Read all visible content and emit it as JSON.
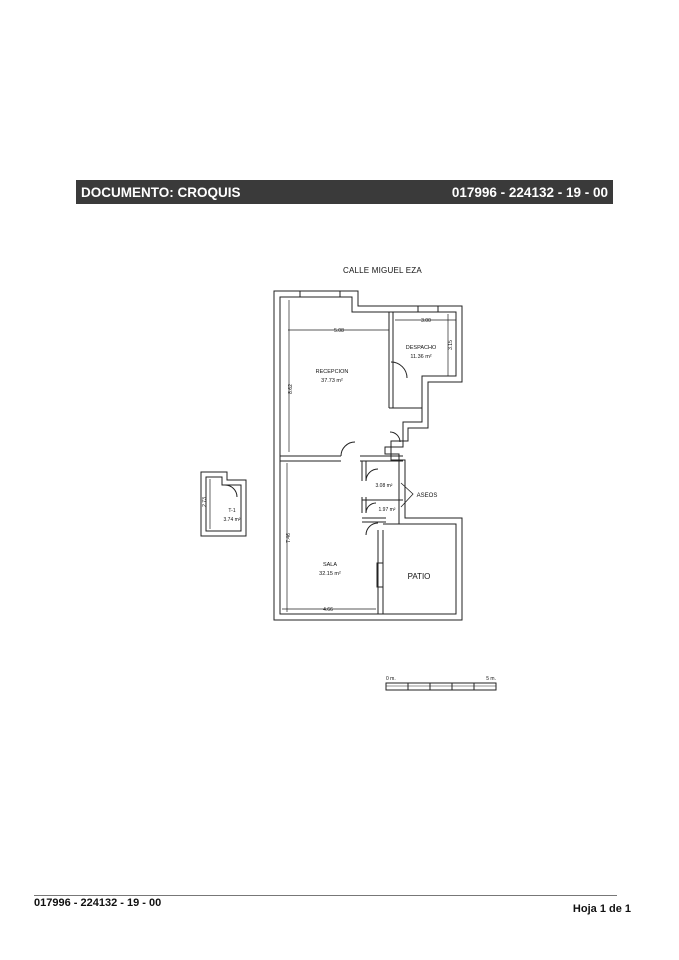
{
  "header": {
    "document_label": "DOCUMENTO: CROQUIS",
    "reference": "017996 - 224132 - 19 - 00"
  },
  "plan": {
    "street": "CALLE MIGUEL EZA",
    "rooms": {
      "recepcion": {
        "name": "RECEPCION",
        "area": "37.73 m²"
      },
      "despacho": {
        "name": "DESPACHO",
        "area": "11.36 m²"
      },
      "sala": {
        "name": "SALA",
        "area": "32.15 m²"
      },
      "patio": {
        "name": "PATIO"
      },
      "aseo_1": {
        "area": "3.08 m²"
      },
      "aseo_2": {
        "area": "1.97 m²"
      },
      "aseos_label": "ASEOS",
      "t1": {
        "name": "T-1",
        "area": "3.74 m²"
      }
    },
    "dimensions": {
      "recepcion_width": "5.08",
      "despacho_width": "3.00",
      "despacho_depth": "3.15",
      "recepcion_depth": "8.62",
      "sala_depth": "7.46",
      "sala_width": "4.66",
      "t1_depth": "2.73"
    },
    "scale": {
      "start": "0 m.",
      "end": "5 m."
    }
  },
  "footer": {
    "reference": "017996 - 224132 - 19 - 00",
    "page": "Hoja 1 de 1"
  }
}
